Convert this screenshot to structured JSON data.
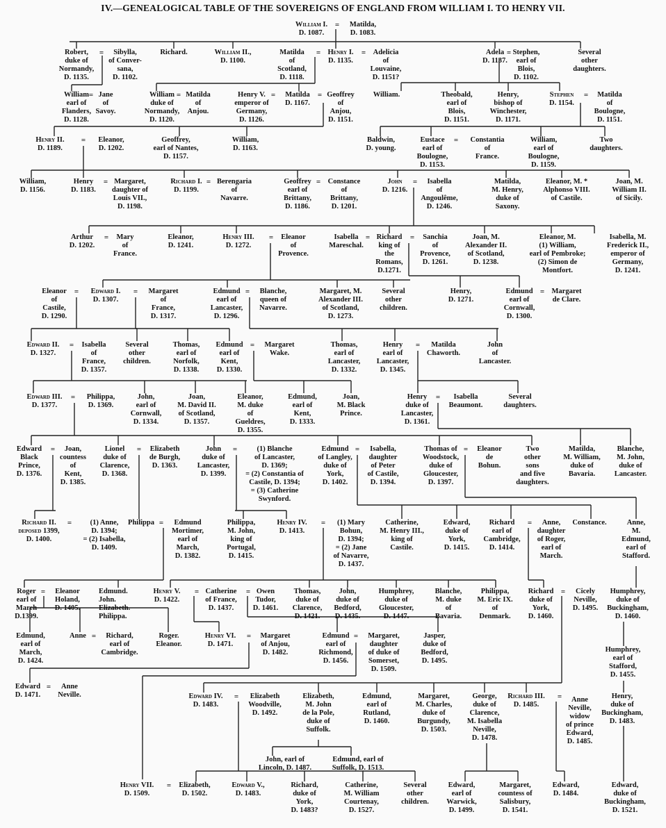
{
  "title": "IV.—GENEALOGICAL TABLE OF THE SOVEREIGNS OF ENGLAND FROM WILLIAM I. TO HENRY VII.",
  "marriage_sign": "=",
  "nodes": {
    "william_i": "William I.\nD. 1087.",
    "matilda_flanders": "Matilda,\nD. 1083.",
    "robert": "Robert,\nduke of\nNormandy,\nD. 1135.",
    "sibylla": "Sibylla,\nof Conver-\nsana,\nD. 1102.",
    "richard_wi": "Richard.",
    "william_ii": "William II.,\nD. 1100.",
    "matilda_scot": "Matilda\nof\nScotland,\nD. 1118.",
    "henry_i": "Henry I.\nD. 1135.",
    "adelicia": "Adelicia\nof\nLouvaine,\nD. 1151?",
    "adela": "Adela\nD. 1137.",
    "stephen_blois": "Stephen,\nearl of\nBlois,\nD. 1102.",
    "several_daughters_wi": "Several\nother\ndaughters.",
    "william_flanders": "William\nearl of\nFlanders,\nD. 1128.",
    "jane_savoy": "Jane\nof\nSavoy.",
    "william_normandy": "William\nduke of\nNormandy,\nD. 1120.",
    "matilda_anjou": "Matilda\nof\nAnjou.",
    "henry_v_emp": "Henry V.\nemperor of\nGermany,\nD. 1126.",
    "empress_matilda": "Matilda\nD. 1167.",
    "geoffrey_anjou": "Geoffrey\nof\nAnjou,\nD. 1151.",
    "william_adela": "William.",
    "theobald": "Theobald,\nearl of\nBlois,\nD. 1151.",
    "henry_winchester": "Henry,\nbishop of\nWinchester,\nD. 1171.",
    "stephen": "Stephen\nD. 1154.",
    "matilda_boulogne": "Matilda\nof\nBoulogne,\nD. 1151.",
    "henry_ii": "Henry II.\nD. 1189.",
    "eleanor_aq": "Eleanor,\nD. 1202.",
    "geoffrey_nantes": "Geoffrey,\nearl of Nantes,\nD. 1157.",
    "william_1163": "William,\nD. 1163.",
    "baldwin": "Baldwin,\nD. young.",
    "eustace": "Eustace\nearl of\nBoulogne,\nD. 1153.",
    "constantia_france": "Constantia\nof\nFrance.",
    "william_boulogne": "William,\nearl of\nBoulogne,\nD. 1159.",
    "two_daughters": "Two\ndaughters.",
    "william_1156": "William,\nD. 1156.",
    "henry_young": "Henry\nD. 1183.",
    "margaret_france": "Margaret,\ndaughter of\nLouis VII.,\nD. 1198.",
    "richard_i": "Richard I.\nD. 1199.",
    "berengaria": "Berengaria\nof\nNavarre.",
    "geoffrey_brittany": "Geoffrey\nearl of\nBrittany,\nD. 1186.",
    "constance_brittany": "Constance\nof\nBrittany,\nD. 1201.",
    "john": "John\nD. 1216.",
    "isabella_ang": "Isabella\nof\nAngoulême,\nD. 1246.",
    "matilda_saxony": "Matilda,\nM. Henry,\nduke of\nSaxony.",
    "eleanor_castile_ii": "Eleanor, M. *\nAlphonso VIII.\nof Castile.",
    "joan_sicily": "Joan, M.\nWilliam II.\nof Sicily.",
    "arthur": "Arthur\nD. 1202.",
    "mary_france": "Mary\nof\nFrance.",
    "eleanor_1241": "Eleanor,\nD. 1241.",
    "henry_iii": "Henry III.\nD. 1272.",
    "eleanor_provence": "Eleanor\nof\nProvence.",
    "isabella_mareschal": "Isabella\nMareschal.",
    "richard_romans": "Richard\nking of\nthe\nRomans,\nD.1271.",
    "sanchia": "Sanchia\nof\nProvence,\nD. 1261.",
    "joan_scotland": "Joan, M.\nAlexander II.\nof Scotland,\nD. 1238.",
    "eleanor_montfort": "Eleanor, M.\n(1) William,\nearl of Pembroke;\n(2) Simon de\nMontfort.",
    "isabella_frederick": "Isabella, M.\nFrederick II.,\nemperor of\nGermany,\nD. 1241.",
    "eleanor_castile": "Eleanor\nof\nCastile,\nD. 1290.",
    "edward_i": "Edward I.\nD. 1307.",
    "margaret_france_ei": "Margaret\nof\nFrance,\nD. 1317.",
    "edmund_lancaster": "Edmund\nearl of\nLancaster,\nD. 1296.",
    "blanche_navarre": "Blanche,\nqueen of\nNavarre.",
    "margaret_alex_iii": "Margaret, M.\nAlexander III.\nof Scotland,\nD. 1273.",
    "several_children_h3": "Several\nother\nchildren.",
    "henry_1271": "Henry,\nD. 1271.",
    "edmund_cornwall": "Edmund\nearl of\nCornwall,\nD. 1300.",
    "margaret_clare": "Margaret\nde Clare.",
    "edward_ii": "Edward II.\nD. 1327.",
    "isabella_france": "Isabella\nof\nFrance,\nD. 1357.",
    "several_children_e1": "Several\nother\nchildren.",
    "thomas_norfolk": "Thomas,\nearl of\nNorfolk,\nD. 1338.",
    "edmund_kent": "Edmund\nearl of\nKent,\nD. 1330.",
    "margaret_wake": "Margaret\nWake.",
    "thomas_lancaster": "Thomas,\nearl of\nLancaster,\nD. 1332.",
    "henry_lancaster": "Henry\nearl of\nLancaster,\nD. 1345.",
    "matilda_chaworth": "Matilda\nChaworth.",
    "john_lancaster": "John\nof\nLancaster.",
    "edward_iii": "Edward III.\nD. 1377.",
    "philippa_hainault": "Philippa,\nD. 1369.",
    "john_cornwall": "John,\nearl of\nCornwall,\nD. 1334.",
    "joan_david": "Joan,\nM. David II.\nof Scotland,\nD. 1357.",
    "eleanor_gueldres": "Eleanor,\nM. duke\nof\nGueldres,\nD. 1355.",
    "edmund_kent_1333": "Edmund,\nearl of\nKent,\nD. 1333.",
    "joan_kent": "Joan,\nM. Black\nPrince.",
    "henry_duke_lancaster": "Henry\nduke of\nLancaster,\nD. 1361.",
    "isabella_beaumont": "Isabella\nBeaumont.",
    "several_daughters_hl": "Several\ndaughters.",
    "black_prince": "Edward\nBlack\nPrince,\nD. 1376.",
    "joan_countess_kent": "Joan,\ncountess\nof\nKent,\nD. 1385.",
    "lionel": "Lionel\nduke of\nClarence,\nD. 1368.",
    "elizabeth_burgh": "Elizabeth\nde Burgh,\nD. 1363.",
    "john_gaunt": "John\nduke of\nLancaster,\nD. 1399.",
    "gaunt_wives": "(1) Blanche\nof Lancaster,\nD. 1369;\n= (2) Constantia of\nCastile, D. 1394;\n= (3) Catherine\nSwynford.",
    "edmund_langley": "Edmund\nof Langley,\nduke of\nYork,\nD. 1402.",
    "isabella_castile": "Isabella,\ndaughter\nof Peter\nof Castile,\nD. 1394.",
    "thomas_woodstock": "Thomas of\nWoodstock,\nduke of\nGloucester,\nD. 1397.",
    "eleanor_bohun": "Eleanor\nde\nBohun.",
    "two_other_sons": "Two\nother\nsons\nand five\ndaughters.",
    "matilda_bavaria": "Matilda,\nM. William,\nduke of\nBavaria.",
    "blanche_john": "Blanche,\nM. John,\nduke of\nLancaster.",
    "richard_ii": "Richard II.\ndeposed 1399,\nD. 1400.",
    "richard_ii_wives": "(1) Anne,\nD. 1394;\n= (2) Isabella,\nD. 1409.",
    "philippa_clarence": "Philippa",
    "edmund_mortimer": "Edmund\nMortimer,\nearl of\nMarch,\nD. 1382.",
    "philippa_portugal": "Philippa,\nM. John,\nking of\nPortugal,\nD. 1415.",
    "henry_iv": "Henry IV.\nD. 1413.",
    "henry_iv_wives": "(1) Mary\nBohun,\nD. 1394;\n= (2) Jane\nof Navarre,\nD. 1437.",
    "catherine_castile": "Catherine,\nM. Henry III.,\nking of\nCastile.",
    "edward_york": "Edward,\nduke of\nYork,\nD. 1415.",
    "richard_cambridge": "Richard\nearl of\nCambridge,\nD. 1414.",
    "anne_mortimer": "Anne,\ndaughter\nof Roger,\nearl of\nMarch.",
    "constance": "Constance.",
    "anne_stafford": "Anne,\nM.\nEdmund,\nearl of\nStafford.",
    "roger_march": "Roger\nearl of\nMarch\nD.1399.",
    "eleanor_holand": "Eleanor\nHoland,\nD. 1405.",
    "mortimer_children": "Edmund.\nJohn.\nElizabeth.\nPhilippa.",
    "henry_v": "Henry V.\nD. 1422.",
    "catherine_france": "Catherine\nof France,\nD. 1437.",
    "owen_tudor": "Owen\nTudor,\nD. 1461.",
    "thomas_clarence": "Thomas,\nduke of\nClarence,\nD. 1421.",
    "john_bedford": "John,\nduke of\nBedford,\nD. 1435.",
    "humphrey_gloucester": "Humphrey,\nduke of\nGloucester,\nD. 1447.",
    "blanche_bavaria": "Blanche,\nM. duke\nof\nBavaria.",
    "philippa_denmark": "Philippa,\nM. Eric IX.\nof\nDenmark.",
    "richard_york": "Richard\nduke of\nYork,\nD. 1460.",
    "cicely_neville": "Cicely\nNeville,\nD. 1495.",
    "humphrey_buckingham": "Humphrey,\nduke of\nBuckingham,\nD. 1460.",
    "edmund_march": "Edmund,\nearl of\nMarch,\nD. 1424.",
    "anne_march": "Anne",
    "richard_cambridge_2": "Richard,\nearl of\nCambridge.",
    "roger_eleanor": "Roger.\nEleanor.",
    "henry_vi": "Henry VI.\nD. 1471.",
    "margaret_anjou": "Margaret\nof Anjou,\nD. 1482.",
    "edmund_richmond": "Edmund\nearl of\nRichmond,\nD. 1456.",
    "margaret_beaufort": "Margaret,\ndaughter\nof duke of\nSomerset,\nD. 1509.",
    "jasper": "Jasper,\nduke of\nBedford,\nD. 1495.",
    "humphrey_stafford": "Humphrey,\nearl of\nStafford,\nD. 1455.",
    "edward_prince": "Edward\nD. 1471.",
    "anne_neville_1": "Anne\nNeville.",
    "edward_iv": "Edward IV.\nD. 1483.",
    "elizabeth_woodville": "Elizabeth\nWoodville,\nD. 1492.",
    "elizabeth_pole": "Elizabeth,\nM. John\nde la Pole,\nduke of\nSuffolk.",
    "edmund_rutland": "Edmund,\nearl of\nRutland,\nD. 1460.",
    "margaret_burgundy": "Margaret,\nM. Charles,\nduke of\nBurgundy,\nD. 1503.",
    "george_clarence": "George,\nduke of\nClarence,\nM. Isabella\nNeville,\nD. 1478.",
    "richard_iii": "Richard III.\nD. 1485.",
    "anne_neville_2": "Anne\nNeville,\nwidow\nof prince\nEdward,\nD. 1485.",
    "henry_buckingham": "Henry,\nduke of\nBuckingham,\nD. 1483.",
    "john_lincoln": "John, earl of\nLincoln, D. 1487.",
    "edmund_suffolk": "Edmund, earl of\nSuffolk, D. 1513.",
    "henry_vii": "Henry VII.\nD. 1509.",
    "elizabeth_york": "Elizabeth,\nD. 1502.",
    "edward_v": "Edward V.,\nD. 1483.",
    "richard_york_1483": "Richard,\nduke of\nYork,\nD. 1483?",
    "catherine_courtenay": "Catherine,\nM. William\nCourtenay,\nD. 1527.",
    "several_children_e4": "Several\nother\nchildren.",
    "edward_warwick": "Edward,\nearl of\nWarwick,\nD. 1499.",
    "margaret_salisbury": "Margaret,\ncountess of\nSalisbury,\nD. 1541.",
    "edward_1484": "Edward,\nD. 1484.",
    "edward_buckingham": "Edward,\nduke of\nBuckingham,\nD. 1521."
  }
}
